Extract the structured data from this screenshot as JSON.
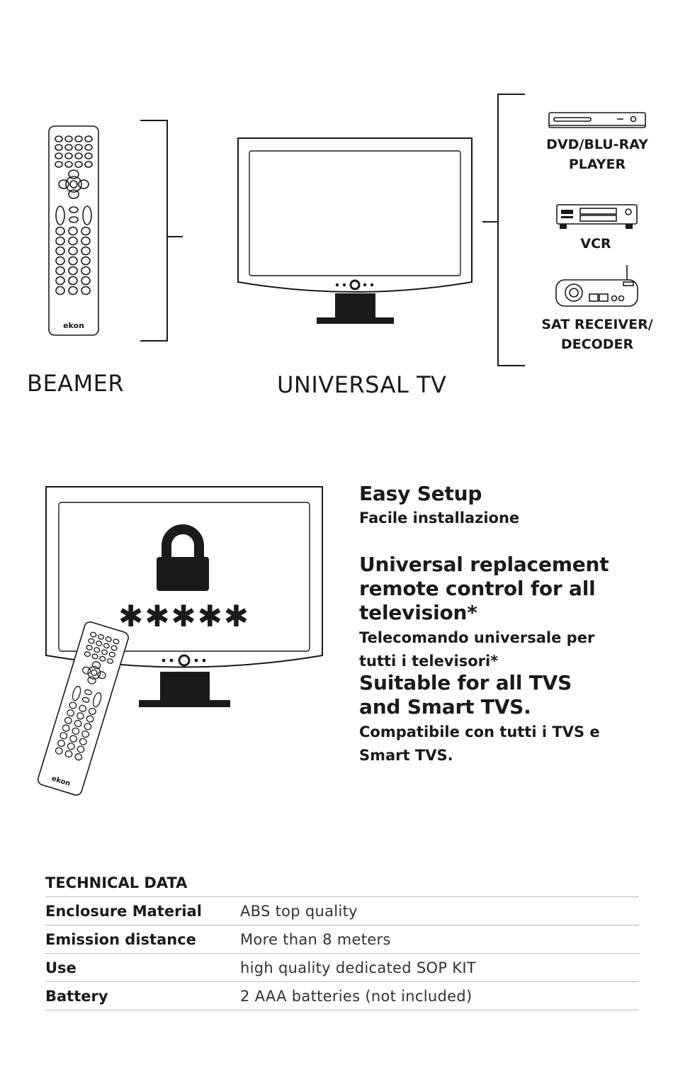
{
  "top_diagram": {
    "left_label": "BEAMER",
    "center_label": "UNIVERSAL TV",
    "devices": [
      {
        "label": "DVD/BLU-RAY\nPLAYER",
        "icon": "dvd-player-icon"
      },
      {
        "label": "VCR",
        "icon": "vcr-icon"
      },
      {
        "label": "SAT RECEIVER/\nDECODER",
        "icon": "sat-receiver-icon"
      }
    ],
    "remote_brand": "ekon"
  },
  "setup_illustration": {
    "password_mask": "✱✱✱✱✱",
    "remote_brand": "ekon",
    "icon": "lock-icon"
  },
  "features": [
    {
      "title": "Easy Setup",
      "subtitle": "Facile installazione"
    },
    {
      "title": "Universal replacement\nremote control for all television*",
      "subtitle": "Telecomando universale per\ntutti i televisori*"
    },
    {
      "title": "Suitable for all TVS\nand Smart TVS.",
      "subtitle": "Compatibile con tutti i TVS e\nSmart TVS."
    }
  ],
  "technical_data": {
    "heading": "TECHNICAL DATA",
    "rows": [
      {
        "key": "Enclosure Material",
        "value": "ABS top quality"
      },
      {
        "key": "Emission distance",
        "value": "More than 8 meters"
      },
      {
        "key": "Use",
        "value": "high quality dedicated SOP KIT"
      },
      {
        "key": "Battery",
        "value": "2 AAA batteries (not included)"
      }
    ]
  }
}
